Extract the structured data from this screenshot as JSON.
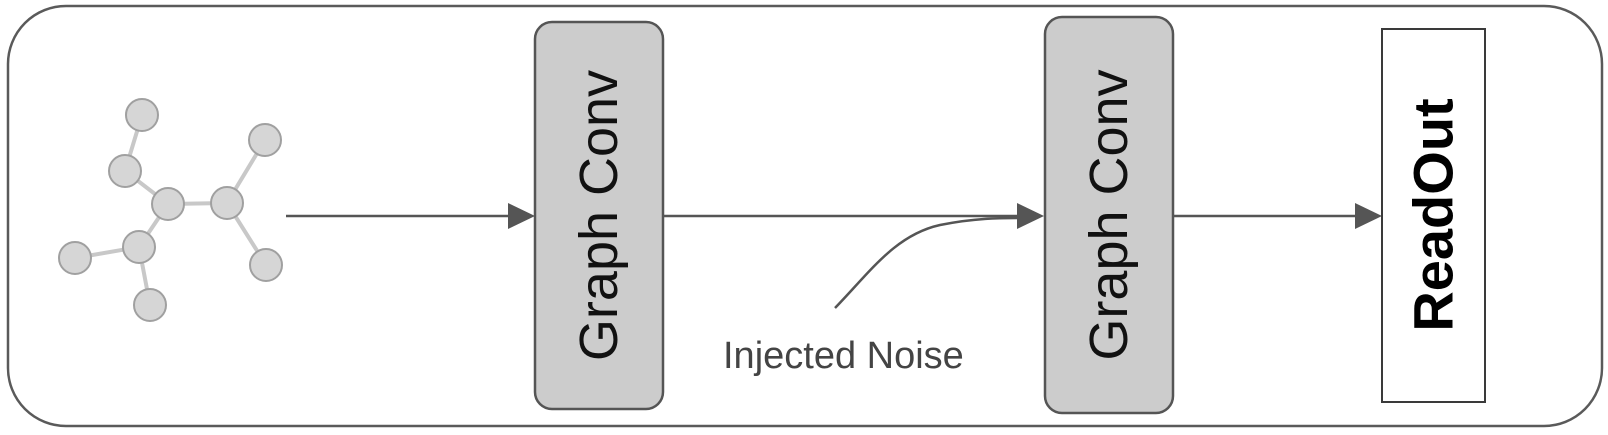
{
  "diagram": {
    "blocks": [
      {
        "id": "graph-conv-1",
        "label": "Graph Conv"
      },
      {
        "id": "graph-conv-2",
        "label": "Graph Conv"
      },
      {
        "id": "readout",
        "label": "ReadOut"
      }
    ],
    "noise_label": "Injected Noise",
    "colors": {
      "frame_stroke": "#5a5a5a",
      "block_fill": "#cccccc",
      "node_fill": "#d6d6d6",
      "arrow": "#555555"
    },
    "icons": [
      "molecular-graph-icon"
    ]
  }
}
